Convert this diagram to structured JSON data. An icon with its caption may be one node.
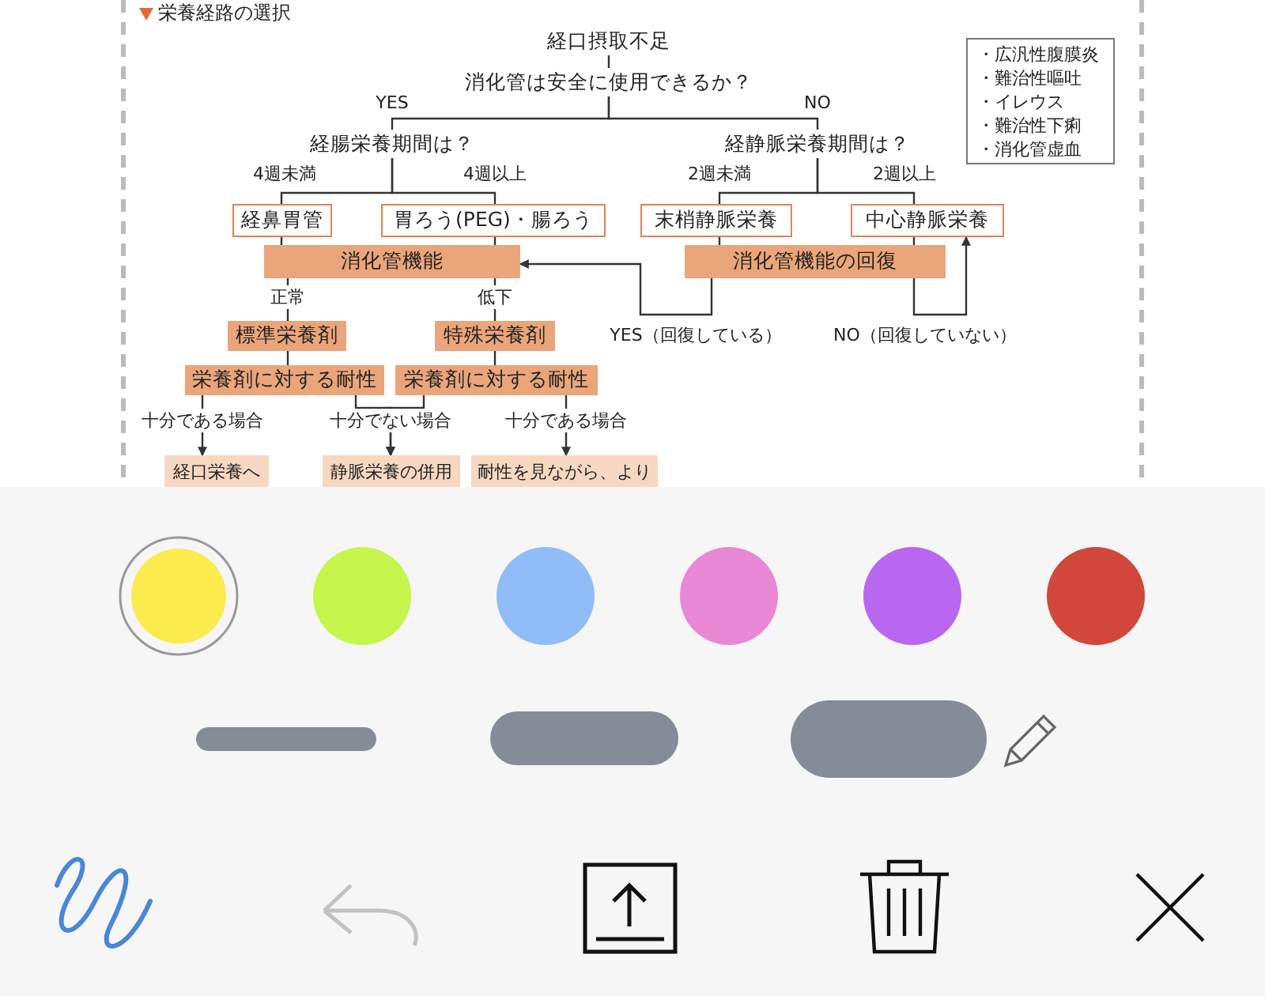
{
  "diagram": {
    "title": "栄養経路の選択",
    "nodes": [
      {
        "text": [
          "経口摂取不足"
        ]
      },
      {
        "text": [
          "消化管は安全に使用できるか？"
        ]
      },
      {
        "text": [
          "経腸栄養期間は？"
        ]
      },
      {
        "text": [
          "経静脈栄養期間は？"
        ]
      },
      {
        "text": [
          "経鼻胃管"
        ]
      },
      {
        "text": [
          "胃ろう(PEG)・腸ろう"
        ]
      },
      {
        "text": [
          "末梢静脈栄養"
        ]
      },
      {
        "text": [
          "中心静脈栄養"
        ]
      },
      {
        "text": [
          "消化管機能"
        ]
      },
      {
        "text": [
          "消化管機能の回復"
        ]
      },
      {
        "text": [
          "標準栄養剤"
        ]
      },
      {
        "text": [
          "特殊栄養剤"
        ]
      },
      {
        "text": [
          "栄養剤に対する耐性"
        ]
      },
      {
        "text": [
          "栄養剤に対する耐性"
        ]
      },
      {
        "text": [
          "経口栄養へ"
        ]
      },
      {
        "text": [
          "静脈栄養の併用"
        ]
      },
      {
        "text": [
          "耐性を見ながら、より"
        ]
      },
      {
        "text": [
          "・広汎性腹膜炎",
          "・難治性嘔吐",
          "・イレウス",
          "・難治性下痢",
          "・消化管虚血"
        ]
      }
    ],
    "edges": [
      {
        "from": 0,
        "to": 1,
        "arrow": "none"
      },
      {
        "from": 1,
        "to": 2,
        "arrow": "none",
        "label": "YES"
      },
      {
        "from": 1,
        "to": 3,
        "arrow": "none",
        "label": "NO"
      },
      {
        "from": 2,
        "to": 4,
        "arrow": "none",
        "label": "4週未満"
      },
      {
        "from": 2,
        "to": 5,
        "arrow": "none",
        "label": "4週以上"
      },
      {
        "from": 3,
        "to": 6,
        "arrow": "none",
        "label": "2週未満"
      },
      {
        "from": 3,
        "to": 7,
        "arrow": "none",
        "label": "2週以上"
      },
      {
        "from": 4,
        "to": 8,
        "arrow": "none"
      },
      {
        "from": 5,
        "to": 8,
        "arrow": "none"
      },
      {
        "from": 6,
        "to": 9,
        "arrow": "none"
      },
      {
        "from": 7,
        "to": 9,
        "arrow": "none"
      },
      {
        "from": 9,
        "to": 8,
        "arrow": "to",
        "label": "YES（回復している）"
      },
      {
        "from": 9,
        "to": 7,
        "arrow": "to",
        "label": "NO（回復していない）"
      },
      {
        "from": 8,
        "to": 10,
        "arrow": "none",
        "label": "正常"
      },
      {
        "from": 8,
        "to": 11,
        "arrow": "none",
        "label": "低下"
      },
      {
        "from": 10,
        "to": 12,
        "arrow": "none"
      },
      {
        "from": 11,
        "to": 13,
        "arrow": "none"
      },
      {
        "from": 12,
        "to": 14,
        "arrow": "to",
        "label": "十分である場合"
      },
      {
        "from": 12,
        "to": 15,
        "arrow": "to",
        "label": "十分でない場合"
      },
      {
        "from": 13,
        "to": 15,
        "arrow": "to"
      },
      {
        "from": 13,
        "to": 16,
        "arrow": "to",
        "label": "十分である場合"
      }
    ]
  }
}
